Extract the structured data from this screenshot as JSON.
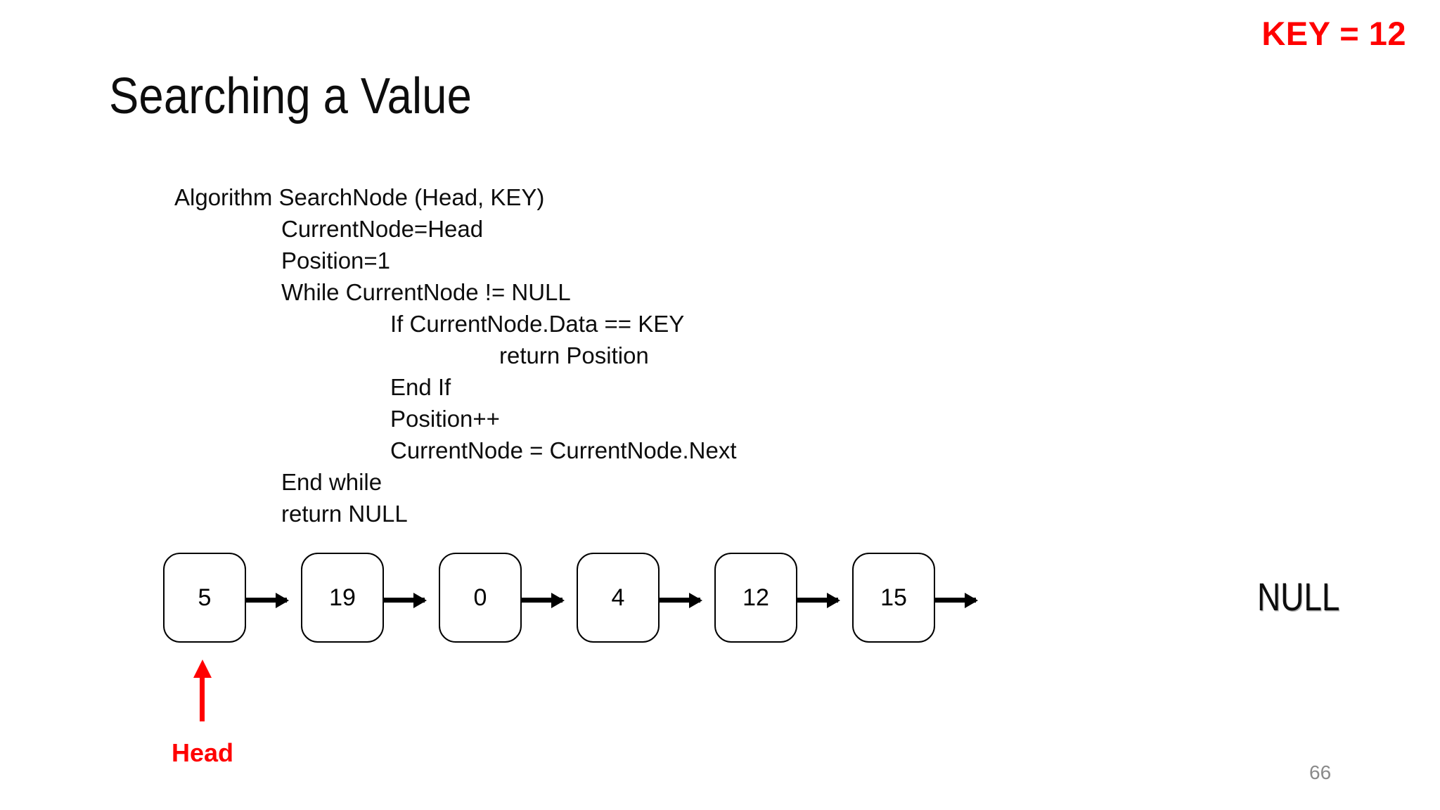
{
  "slide": {
    "title": "Searching a Value",
    "key_label": "KEY = 12",
    "slide_number": "66",
    "accent_color": "#FF0000",
    "text_color": "#0D0D0D",
    "background_color": "#FFFFFF"
  },
  "pseudocode": {
    "lines": [
      {
        "text": "Algorithm SearchNode (Head, KEY)",
        "indent": 0
      },
      {
        "text": "CurrentNode=Head",
        "indent": 1
      },
      {
        "text": "Position=1",
        "indent": 1
      },
      {
        "text": "While CurrentNode != NULL",
        "indent": 1
      },
      {
        "text": "If CurrentNode.Data == KEY",
        "indent": 2
      },
      {
        "text": "return Position",
        "indent": 3
      },
      {
        "text": "End If",
        "indent": 2
      },
      {
        "text": "Position++",
        "indent": 2
      },
      {
        "text": "CurrentNode = CurrentNode.Next",
        "indent": 2
      },
      {
        "text": "End while",
        "indent": 1
      },
      {
        "text": "return NULL",
        "indent": 1
      }
    ]
  },
  "linked_list": {
    "nodes": [
      {
        "value": "5"
      },
      {
        "value": "19"
      },
      {
        "value": "0"
      },
      {
        "value": "4"
      },
      {
        "value": "12"
      },
      {
        "value": "15"
      }
    ],
    "terminator": "NULL",
    "head_label": "Head"
  }
}
